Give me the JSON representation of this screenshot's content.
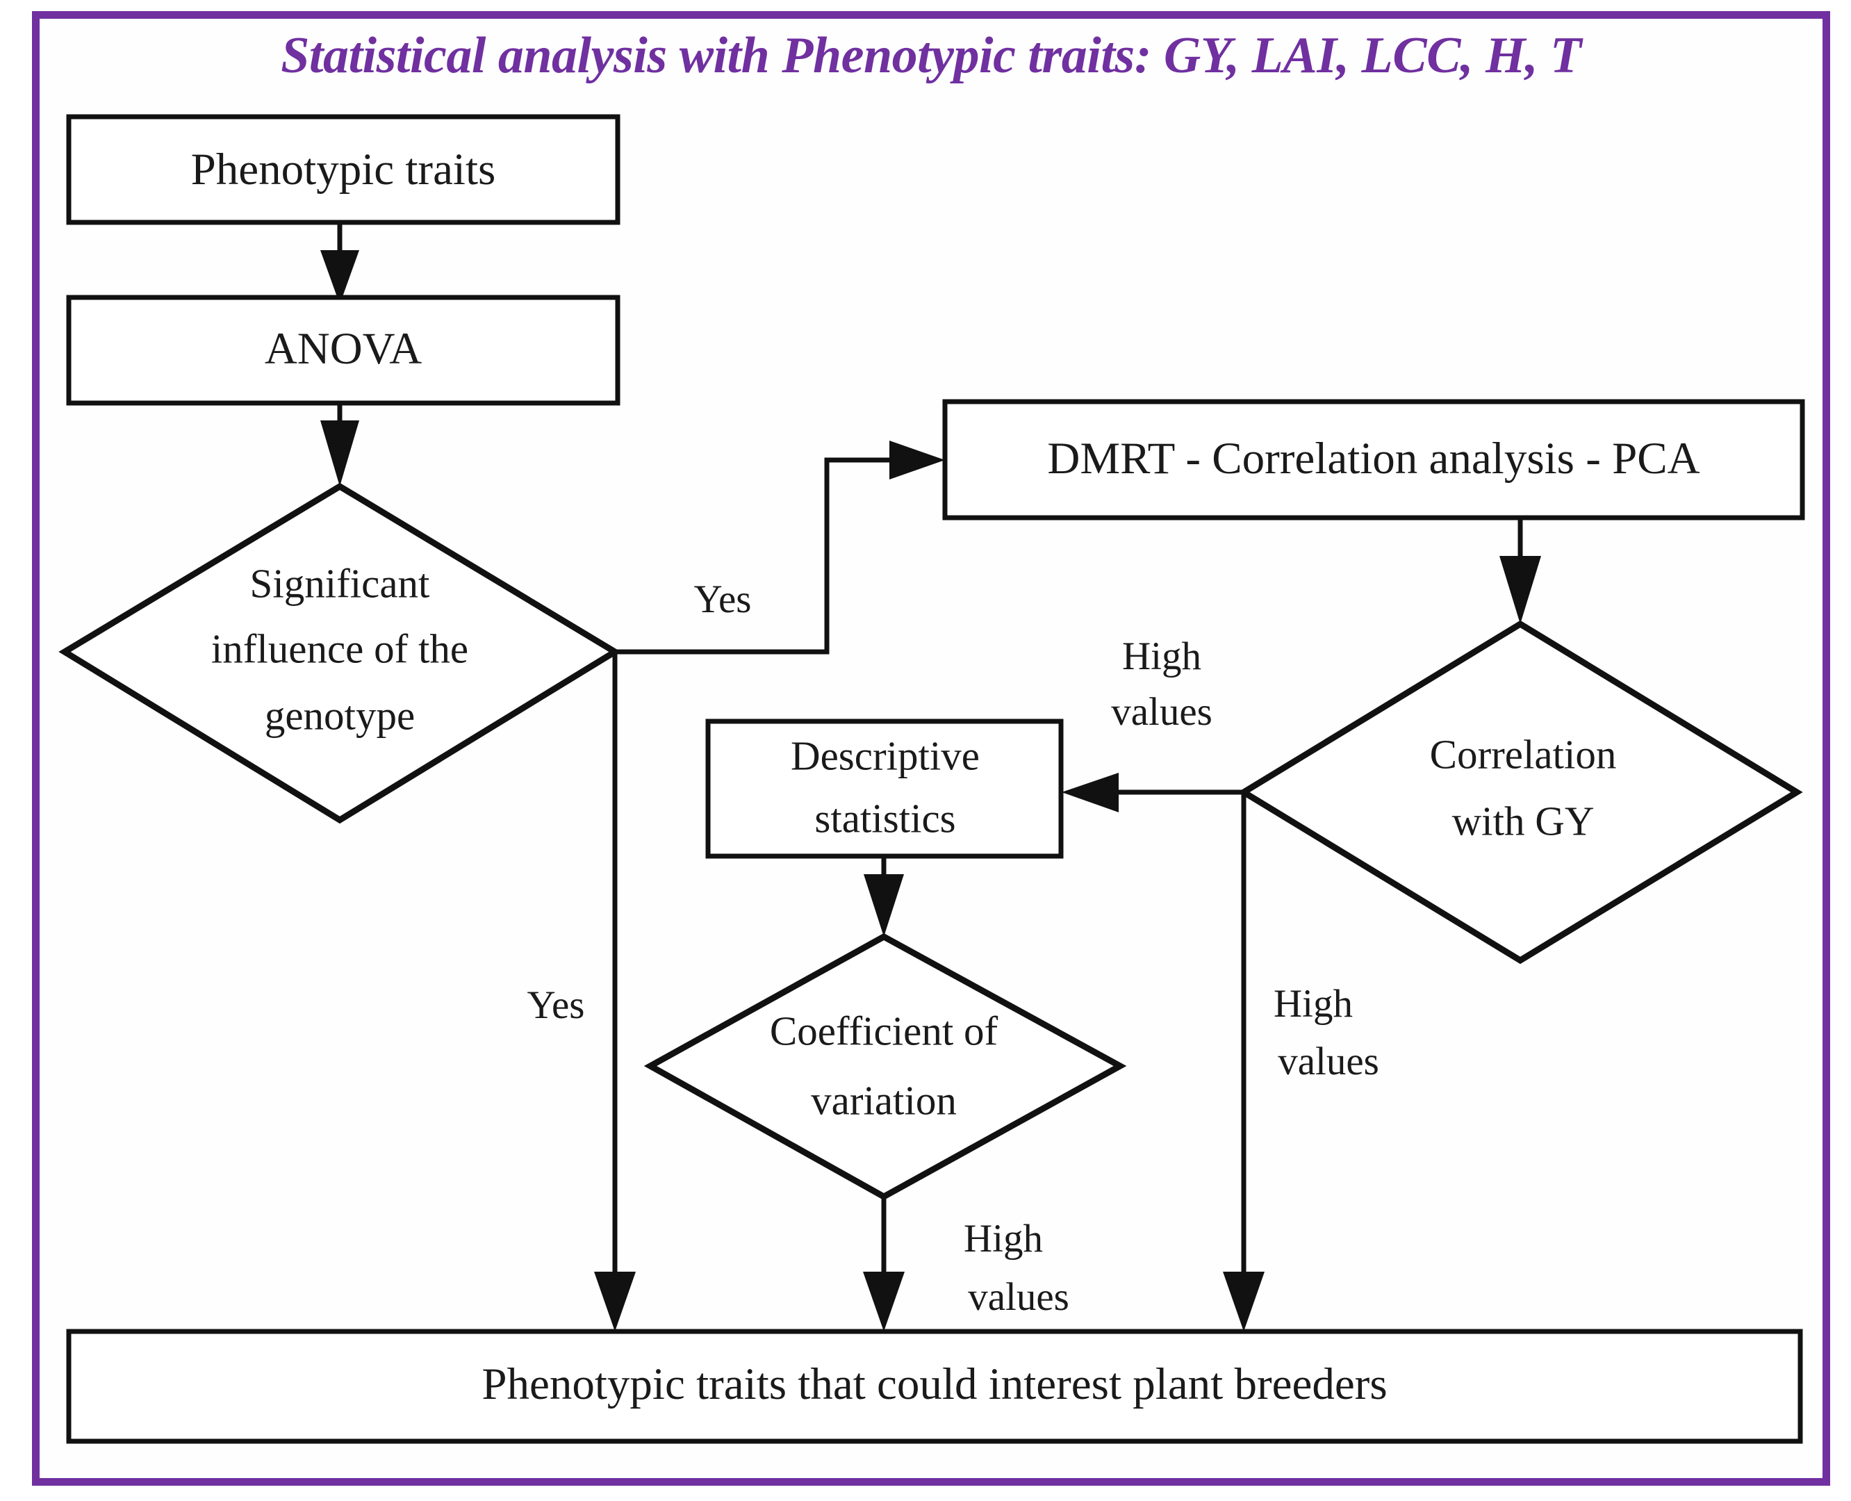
{
  "diagram": {
    "title": "Statistical analysis with Phenotypic traits: GY, LAI, LCC, H, T",
    "border_color": "#7030a0",
    "node_color": "#ffffff",
    "line_color": "#111111",
    "type": "flowchart",
    "nodes": [
      {
        "id": "phenotypic-traits",
        "shape": "process",
        "label": "Phenotypic traits"
      },
      {
        "id": "anova",
        "shape": "process",
        "label": "ANOVA"
      },
      {
        "id": "significant-influence",
        "shape": "decision",
        "label_line1": "Significant",
        "label_line2": "influence of the",
        "label_line3": "genotype"
      },
      {
        "id": "dmrt-correlation-pca",
        "shape": "process",
        "label": "DMRT - Correlation analysis - PCA"
      },
      {
        "id": "correlation-with-gy",
        "shape": "decision",
        "label_line1": "Correlation",
        "label_line2": "with GY"
      },
      {
        "id": "descriptive-statistics",
        "shape": "process",
        "label_line1": "Descriptive",
        "label_line2": "statistics"
      },
      {
        "id": "coefficient-of-variation",
        "shape": "decision",
        "label_line1": "Coefficient of",
        "label_line2": "variation"
      },
      {
        "id": "result",
        "shape": "process",
        "label": "Phenotypic traits that could interest plant breeders"
      }
    ],
    "edge_labels": {
      "yes_to_dmrt": "Yes",
      "yes_to_result": "Yes",
      "high_values_to_descriptive_line1": "High",
      "high_values_to_descriptive_line2": "values",
      "high_values_gy_to_result_line1": "High",
      "high_values_gy_to_result_line2": "values",
      "high_values_cv_to_result_line1": "High",
      "high_values_cv_to_result_line2": "values"
    }
  }
}
